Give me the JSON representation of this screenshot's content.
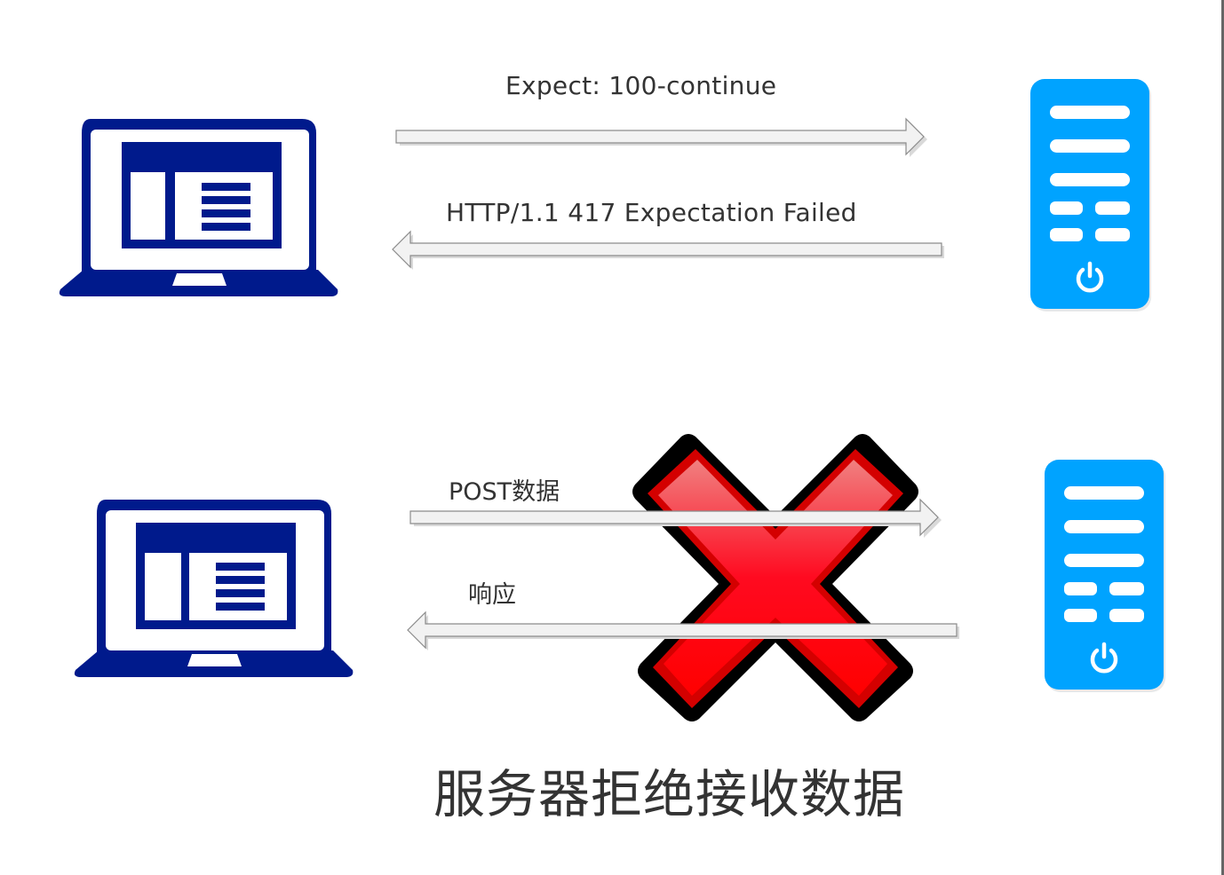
{
  "colors": {
    "laptop": "#001A8C",
    "server": "#00A3FF",
    "arrow_fill": "#F2F2F2",
    "arrow_stroke": "#8C8C8C",
    "x_red": "#FF0010",
    "x_outline": "#000000",
    "text": "#333333",
    "edge_line": "#666666"
  },
  "top_scene": {
    "client": {
      "icon": "laptop-icon"
    },
    "server": {
      "icon": "server-icon"
    },
    "request": {
      "label": "Expect: 100-continue",
      "direction": "right"
    },
    "response": {
      "label": "HTTP/1.1 417  Expectation Failed",
      "direction": "left"
    }
  },
  "bottom_scene": {
    "client": {
      "icon": "laptop-icon"
    },
    "server": {
      "icon": "server-icon"
    },
    "request": {
      "label": "POST数据",
      "direction": "right"
    },
    "response": {
      "label": "响应",
      "direction": "left"
    },
    "blocked_marker": {
      "icon": "red-x-icon"
    }
  },
  "caption": "服务器拒绝接收数据"
}
